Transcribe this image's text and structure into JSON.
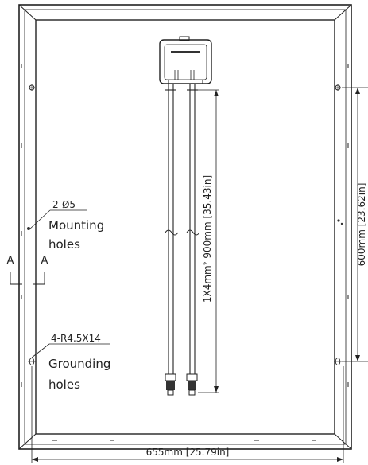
{
  "mounting_callout": {
    "spec": "2-Ø5",
    "line1": "Mounting",
    "line2": "holes"
  },
  "grounding_callout": {
    "spec": "4-R4.5X14",
    "line1": "Grounding",
    "line2": "holes"
  },
  "section_marks": {
    "left": "A",
    "right": "A"
  },
  "cable_label": "1X4mm² 900mm [35.43in]",
  "width_dimension": "655mm [25.79in]",
  "height_dimension": "600mm [23.62in]"
}
